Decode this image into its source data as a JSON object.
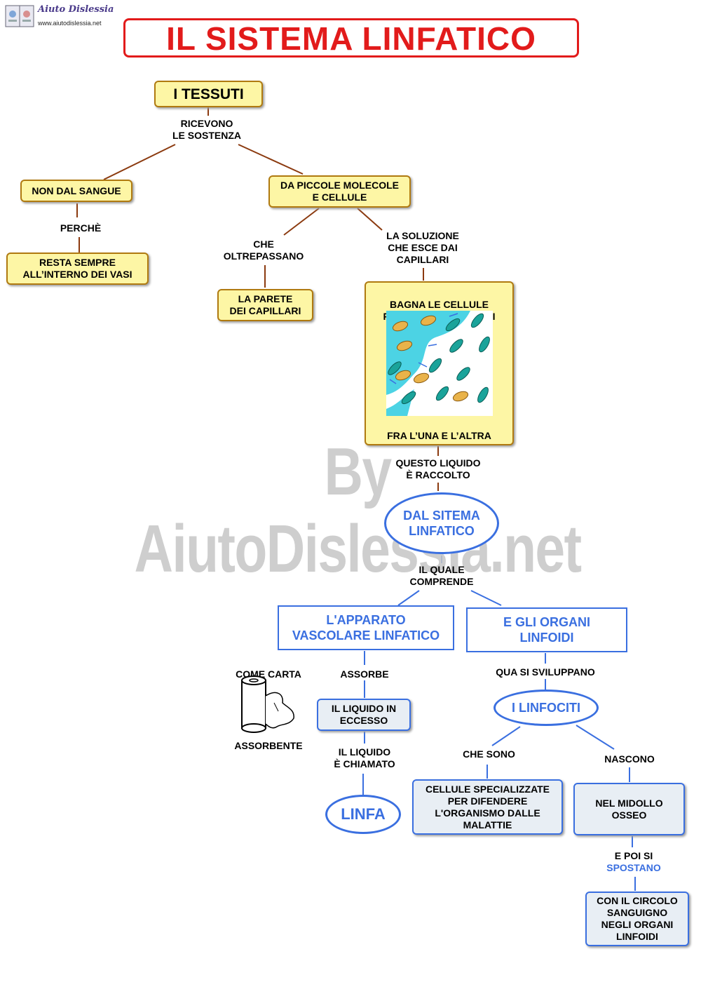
{
  "logo": {
    "brand": "Aiuto Dislessia",
    "url": "www.aiutodislessia.net"
  },
  "title": "IL SISTEMA LINFATICO",
  "watermark": "By AiutoDislessia.net",
  "nodes": {
    "tessuti": "I TESSUTI",
    "non_sangue": "NON DAL SANGUE",
    "resta": "RESTA  SEMPRE\nALL’INTERNO DEI VASI",
    "piccole": "DA PICCOLE MOLECOLE\nE CELLULE",
    "parete": "LA PARETE\nDEI CAPILLARI",
    "bagna": "BAGNA LE CELLULE\nRIEMPIENDO GLI SPAZI",
    "fra": "FRA L’UNA E L’ALTRA",
    "sistema": "DAL SITEMA\nLINFATICO",
    "apparato": "L'APPARATO\nVASCOLARE LINFATICO",
    "organi": "E GLI ORGANI\nLINFOIDI",
    "liquido": "IL LIQUIDO IN\nECCESSO",
    "linfa": "LINFA",
    "linfociti": "I LINFOCITI",
    "cellule": "CELLULE SPECIALIZZATE\nPER DIFENDERE\nL'ORGANISMO DALLE\nMALATTIE",
    "midollo": "NEL MIDOLLO\nOSSEO",
    "circolo": "CON IL CIRCOLO\nSANGUIGNO\nNEGLI ORGANI\nLINFOIDI"
  },
  "labels": {
    "ricevono": "RICEVONO\nLE SOSTENZA",
    "perche": "PERCHÈ",
    "che_oltre": "CHE\nOLTREPASSANO",
    "soluzione": "LA SOLUZIONE\nCHE ESCE DAI\nCAPILLARI",
    "questo": "QUESTO LIQUIDO\nÈ RACCOLTO",
    "quale": "IL QUALE\nCOMPRENDE",
    "assorbe": "ASSORBE",
    "chiamato": "IL LIQUIDO\nÈ CHIAMATO",
    "sviluppano": "QUA SI SVILUPPANO",
    "che_sono": "CHE SONO",
    "nascono": "NASCONO",
    "poi_si": "E POI SI",
    "spostano": "SPOSTANO",
    "carta": "COME CARTA",
    "assorbente": "ASSORBENTE"
  },
  "colors": {
    "title_red": "#e21b1b",
    "blue": "#3a6fe0",
    "yellow": "#fdf6a5",
    "brown_line": "#8b3a0f"
  },
  "icons": [
    "paper-towel-roll-icon",
    "cells-illustration"
  ]
}
